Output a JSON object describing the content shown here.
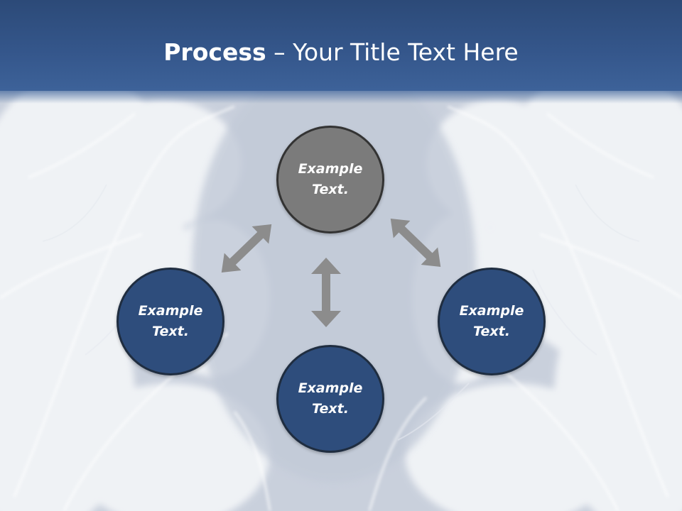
{
  "title": {
    "bold": "Process",
    "rest": " – Your Title Text Here"
  },
  "nodes": {
    "top": "Example\nText.",
    "left": "Example\nText.",
    "right": "Example\nText.",
    "bottom": "Example\nText."
  },
  "colors": {
    "title_bar": "#35578c",
    "node_blue": "#2e4d7c",
    "node_gray": "#7b7b7b",
    "arrow": "#8c8c8c"
  }
}
